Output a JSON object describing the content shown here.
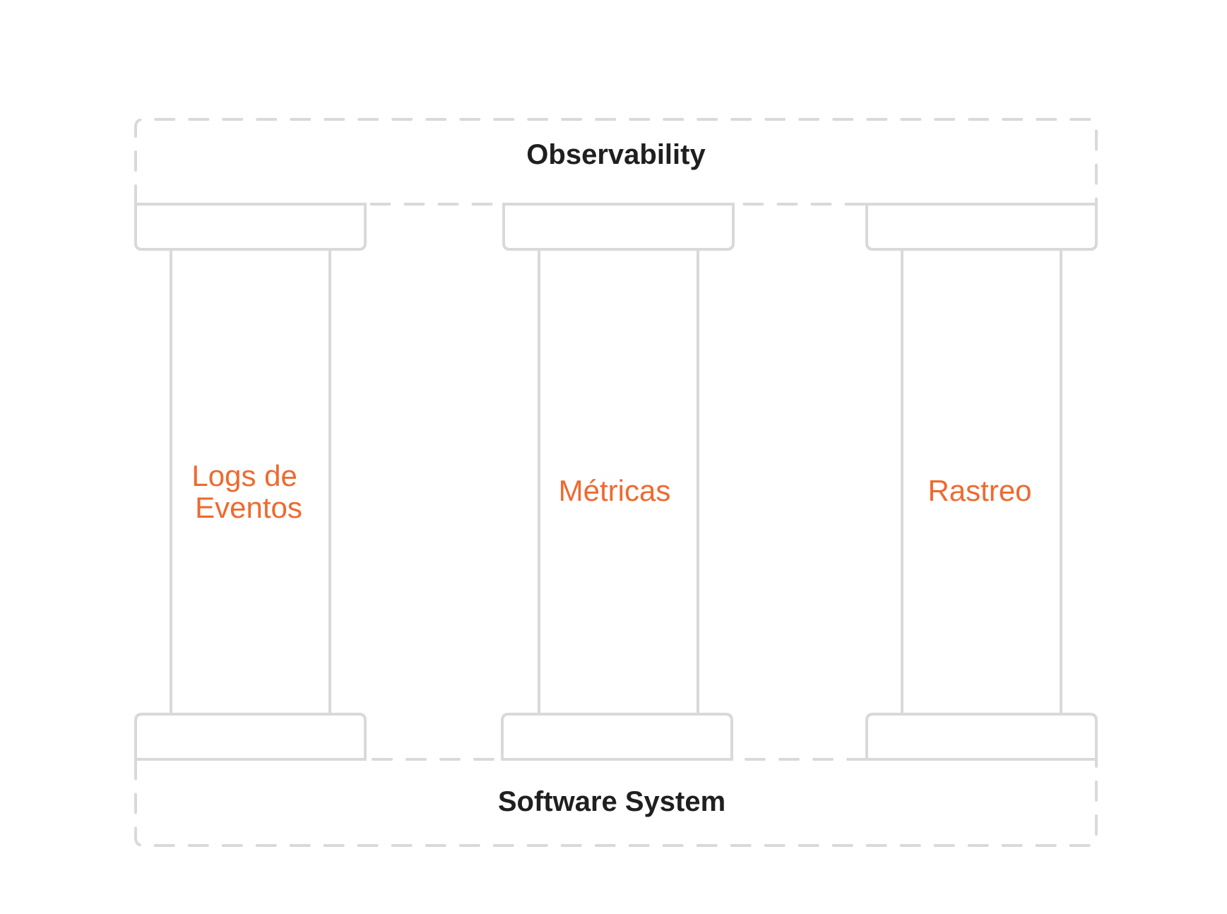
{
  "top_box": {
    "label": "Observability"
  },
  "bottom_box": {
    "label": "Software System"
  },
  "pillars": [
    {
      "lines": [
        "Logs de",
        "Eventos"
      ]
    },
    {
      "lines": [
        "Métricas"
      ]
    },
    {
      "lines": [
        "Rastreo"
      ]
    }
  ],
  "colors": {
    "accent": "#ee6a2f",
    "stroke": "#d9d9d9",
    "text": "#1f1f1f"
  }
}
